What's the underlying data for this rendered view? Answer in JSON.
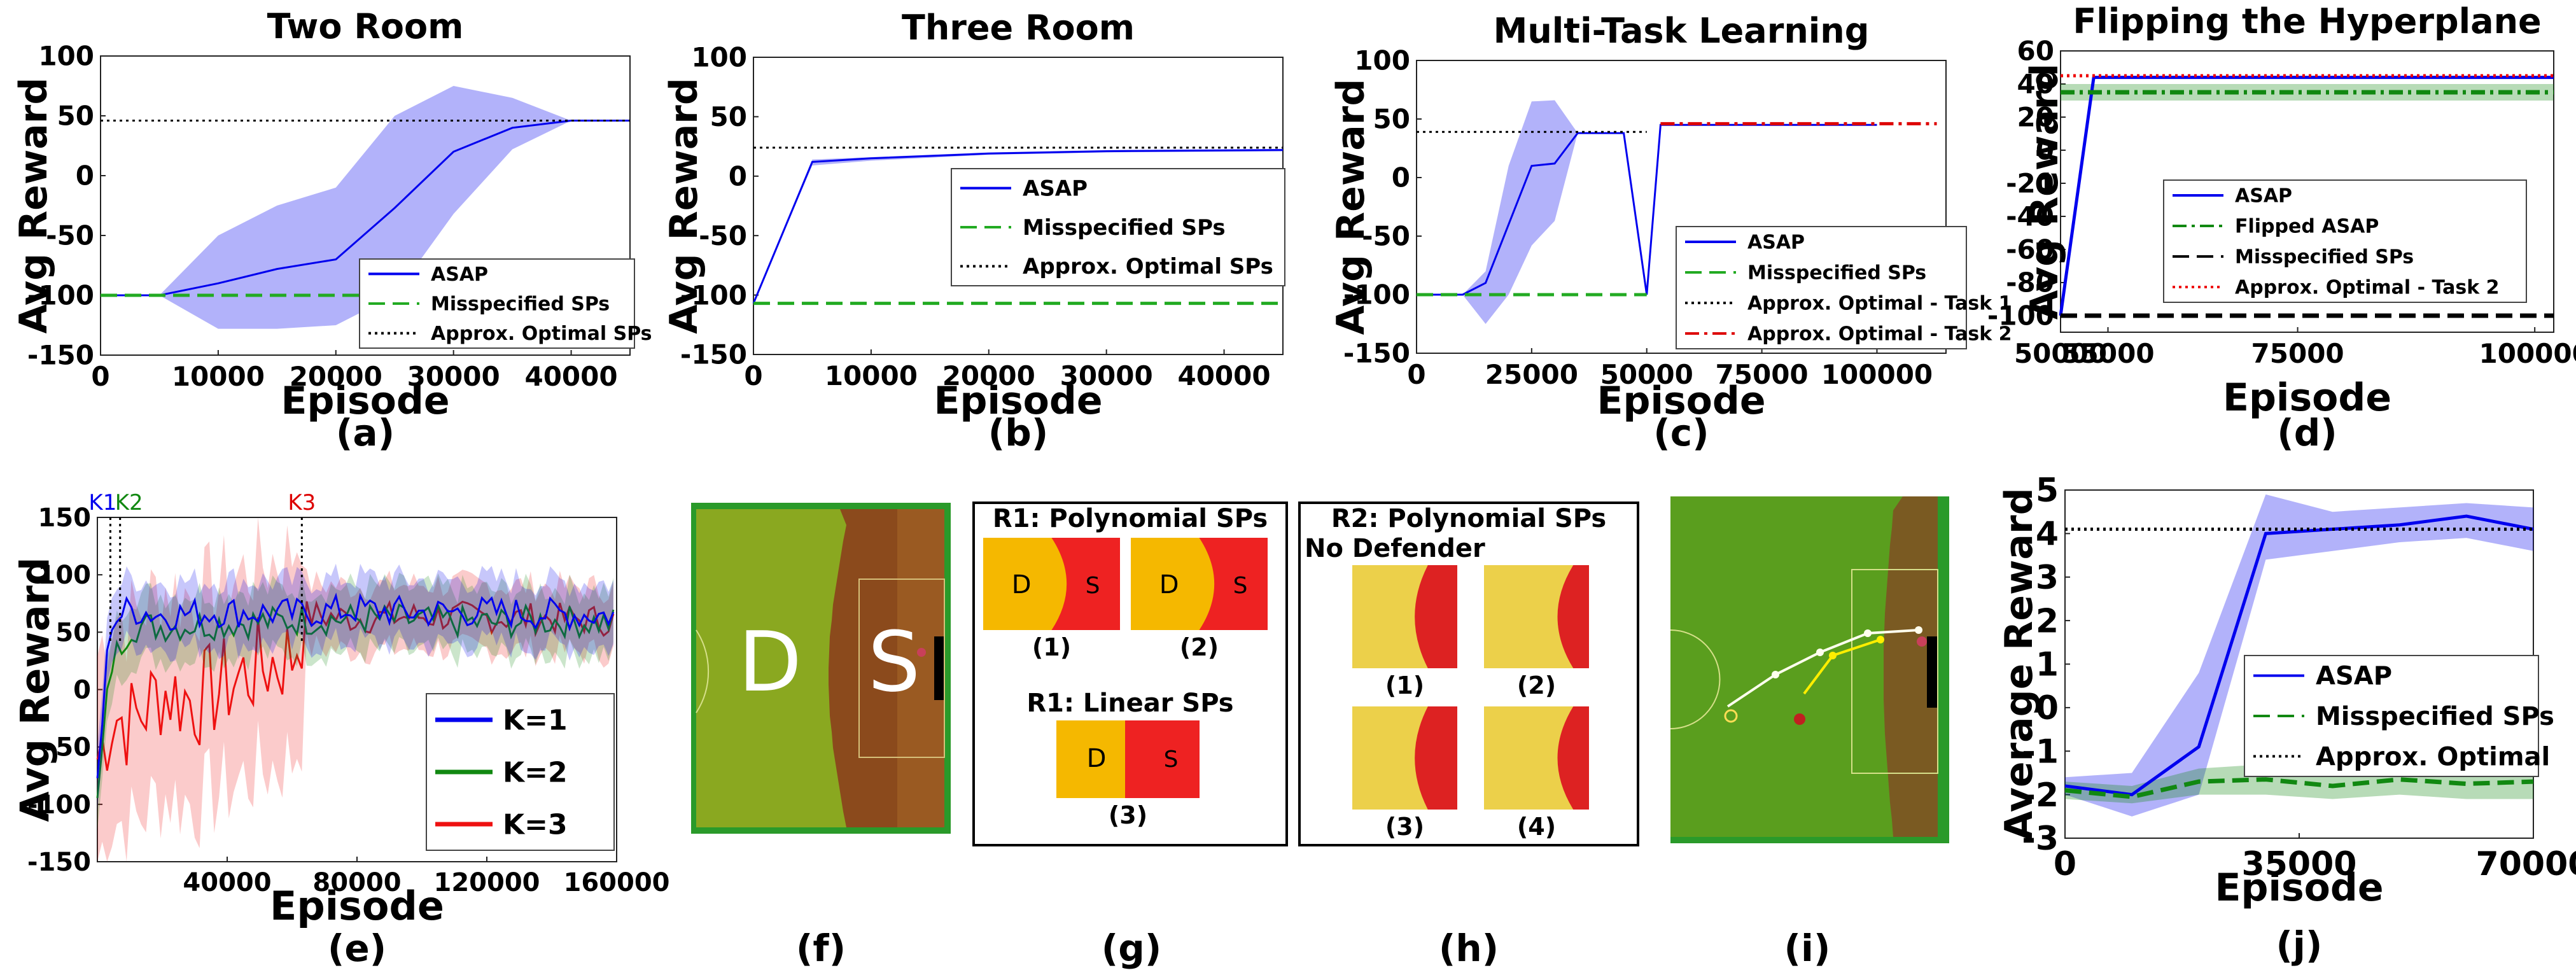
{
  "panels": {
    "a": {
      "title": "Two Room",
      "xlabel": "Episode",
      "ylabel": "Avg Reward",
      "caption": "(a)"
    },
    "b": {
      "title": "Three Room",
      "xlabel": "Episode",
      "ylabel": "Avg Reward",
      "caption": "(b)"
    },
    "c": {
      "title": "Multi-Task Learning",
      "xlabel": "Episode",
      "ylabel": "Avg Reward",
      "caption": "(c)"
    },
    "d": {
      "title": "Flipping the Hyperplane",
      "xlabel": "Episode",
      "ylabel": "Avg Reward",
      "caption": "(d)"
    },
    "e": {
      "xlabel": "Episode",
      "ylabel": "Avg Reward",
      "caption": "(e)",
      "markers": [
        "K1",
        "K2",
        "K3"
      ]
    },
    "f": {
      "caption": "(f)",
      "region_labels": [
        "D",
        "S"
      ]
    },
    "g": {
      "caption": "(g)",
      "heading1": "R1: Polynomial SPs",
      "heading2": "R1: Linear SPs",
      "sub": [
        "(1)",
        "(2)",
        "(3)"
      ],
      "region_labels": [
        "D",
        "S"
      ]
    },
    "h": {
      "caption": "(h)",
      "heading1": "R2: Polynomial SPs",
      "heading2": "No Defender",
      "sub": [
        "(1)",
        "(2)",
        "(3)",
        "(4)"
      ]
    },
    "i": {
      "caption": "(i)"
    },
    "j": {
      "xlabel": "Episode",
      "ylabel": "Average Reward",
      "caption": "(j)"
    }
  },
  "chart_data": [
    {
      "id": "a",
      "type": "line",
      "title": "Two Room",
      "xlabel": "Episode",
      "ylabel": "Avg Reward",
      "xlim": [
        0,
        45000
      ],
      "ylim": [
        -150,
        100
      ],
      "xticks": [
        0,
        10000,
        20000,
        30000,
        40000
      ],
      "yticks": [
        -150,
        -100,
        -50,
        0,
        50,
        100
      ],
      "series": [
        {
          "name": "ASAP",
          "color": "#0000ee",
          "style": "solid",
          "x": [
            0,
            5000,
            10000,
            15000,
            20000,
            25000,
            30000,
            35000,
            40000,
            45000
          ],
          "y": [
            -100,
            -100,
            -90,
            -78,
            -70,
            -27,
            20,
            40,
            46,
            46
          ],
          "band_low": [
            -100,
            -100,
            -128,
            -128,
            -125,
            -100,
            -32,
            22,
            46,
            46
          ],
          "band_high": [
            -100,
            -100,
            -50,
            -25,
            -10,
            50,
            75,
            65,
            46,
            46
          ]
        },
        {
          "name": "Misspecified SPs",
          "color": "#22aa22",
          "style": "dashed",
          "x": [
            0,
            45000
          ],
          "y": [
            -100,
            -100
          ]
        },
        {
          "name": "Approx. Optimal SPs",
          "color": "#000000",
          "style": "dotted",
          "x": [
            0,
            45000
          ],
          "y": [
            46,
            46
          ]
        }
      ]
    },
    {
      "id": "b",
      "type": "line",
      "title": "Three Room",
      "xlabel": "Episode",
      "ylabel": "Avg Reward",
      "xlim": [
        0,
        45000
      ],
      "ylim": [
        -150,
        100
      ],
      "xticks": [
        0,
        10000,
        20000,
        30000,
        40000
      ],
      "yticks": [
        -150,
        -100,
        -50,
        0,
        50,
        100
      ],
      "series": [
        {
          "name": "ASAP",
          "color": "#0000ee",
          "style": "solid",
          "x": [
            0,
            5000,
            10000,
            20000,
            30000,
            45000
          ],
          "y": [
            -107,
            12,
            15,
            19,
            21,
            22
          ],
          "band_low": [
            -107,
            9,
            13,
            18,
            20,
            21
          ],
          "band_high": [
            -107,
            14,
            16,
            20,
            22,
            23
          ]
        },
        {
          "name": "Misspecified SPs",
          "color": "#22aa22",
          "style": "dashed",
          "x": [
            0,
            45000
          ],
          "y": [
            -107,
            -107
          ]
        },
        {
          "name": "Approx. Optimal SPs",
          "color": "#000000",
          "style": "dotted",
          "x": [
            0,
            45000
          ],
          "y": [
            24,
            24
          ]
        }
      ]
    },
    {
      "id": "c",
      "type": "line",
      "title": "Multi-Task Learning",
      "xlabel": "Episode",
      "ylabel": "Avg Reward",
      "xlim": [
        0,
        115000
      ],
      "ylim": [
        -150,
        100
      ],
      "xticks": [
        0,
        25000,
        50000,
        75000,
        100000
      ],
      "yticks": [
        -150,
        -100,
        -50,
        0,
        50,
        100
      ],
      "series": [
        {
          "name": "ASAP",
          "color": "#0000ee",
          "style": "solid",
          "x": [
            0,
            10000,
            15000,
            20000,
            25000,
            30000,
            35000,
            40000,
            45000,
            50000,
            53000,
            100000
          ],
          "y": [
            -100,
            -100,
            -90,
            -40,
            10,
            12,
            38,
            38,
            38,
            -100,
            45,
            45
          ],
          "band_low": [
            -100,
            -100,
            -125,
            -100,
            -58,
            -37,
            38,
            38,
            38,
            -100,
            45,
            45
          ],
          "band_high": [
            -100,
            -100,
            -80,
            10,
            65,
            66,
            38,
            38,
            38,
            -100,
            45,
            45
          ]
        },
        {
          "name": "Misspecified SPs",
          "color": "#22aa22",
          "style": "dashed",
          "x": [
            0,
            50000
          ],
          "y": [
            -100,
            -100
          ]
        },
        {
          "name": "Approx. Optimal - Task 1",
          "color": "#000000",
          "style": "dotted",
          "x": [
            0,
            50000
          ],
          "y": [
            39,
            39
          ]
        },
        {
          "name": "Approx. Optimal - Task 2",
          "color": "#dd0000",
          "style": "dashdot",
          "x": [
            53000,
            113000
          ],
          "y": [
            46,
            46
          ]
        }
      ]
    },
    {
      "id": "d",
      "type": "line",
      "title": "Flipping the Hyperplane",
      "xlabel": "Episode",
      "ylabel": "Avg Reward",
      "xlim": [
        50000,
        102000
      ],
      "ylim": [
        -110,
        60
      ],
      "xticks": [
        50000,
        55000,
        75000,
        100000
      ],
      "yticks": [
        -100,
        -80,
        -60,
        -40,
        -20,
        0,
        20,
        40,
        60
      ],
      "series": [
        {
          "name": "ASAP",
          "color": "#0000ee",
          "style": "solid",
          "x": [
            50000,
            53500,
            102000
          ],
          "y": [
            -100,
            44,
            44
          ]
        },
        {
          "name": "Flipped ASAP",
          "color": "#118811",
          "style": "dashdot",
          "x": [
            50000,
            102000
          ],
          "y": [
            35,
            35
          ],
          "band_low": [
            30,
            30
          ],
          "band_high": [
            40,
            40
          ]
        },
        {
          "name": "Misspecified SPs",
          "color": "#000000",
          "style": "dashed",
          "x": [
            50000,
            102000
          ],
          "y": [
            -100,
            -100
          ]
        },
        {
          "name": "Approx. Optimal - Task 2",
          "color": "#ee0000",
          "style": "dotted",
          "x": [
            50000,
            102000
          ],
          "y": [
            45,
            45
          ]
        }
      ]
    },
    {
      "id": "e",
      "type": "line",
      "xlabel": "Episode",
      "ylabel": "Avg Reward",
      "xlim": [
        0,
        160000
      ],
      "ylim": [
        -150,
        150
      ],
      "xticks": [
        40000,
        80000,
        120000,
        160000
      ],
      "yticks": [
        -150,
        -100,
        -50,
        0,
        50,
        100,
        150
      ],
      "vlines": [
        {
          "label": "K1",
          "x": 4000,
          "color": "#0000ee"
        },
        {
          "label": "K2",
          "x": 7000,
          "color": "#118811"
        },
        {
          "label": "K3",
          "x": 63000,
          "color": "#dd0000"
        }
      ],
      "series": [
        {
          "name": "K=1",
          "color": "#0000ee",
          "x": [
            0,
            4000,
            10000,
            20000,
            40000,
            60000,
            80000,
            100000,
            120000,
            140000,
            160000
          ],
          "y": [
            -80,
            60,
            70,
            65,
            68,
            66,
            70,
            67,
            68,
            66,
            65
          ]
        },
        {
          "name": "K=2",
          "color": "#118811",
          "x": [
            0,
            4000,
            10000,
            20000,
            40000,
            60000,
            80000,
            100000,
            120000,
            140000,
            160000
          ],
          "y": [
            -100,
            20,
            55,
            55,
            58,
            60,
            62,
            60,
            58,
            60,
            58
          ]
        },
        {
          "name": "K=3",
          "color": "#ee1111",
          "x": [
            0,
            5000,
            10000,
            20000,
            30000,
            40000,
            50000,
            60000,
            64000,
            80000,
            100000,
            120000,
            140000,
            160000
          ],
          "y": [
            -60,
            -20,
            -30,
            0,
            -10,
            5,
            20,
            30,
            65,
            62,
            64,
            63,
            62,
            60
          ]
        }
      ]
    },
    {
      "id": "j",
      "type": "line",
      "xlabel": "Episode",
      "ylabel": "Average Reward",
      "xlim": [
        0,
        70000
      ],
      "ylim": [
        -3,
        5
      ],
      "xticks": [
        0,
        35000,
        70000
      ],
      "yticks": [
        -3,
        -2,
        -1,
        0,
        1,
        2,
        3,
        4,
        5
      ],
      "series": [
        {
          "name": "ASAP",
          "color": "#0000ee",
          "style": "solid",
          "x": [
            0,
            10000,
            20000,
            30000,
            40000,
            50000,
            60000,
            70000
          ],
          "y": [
            -1.8,
            -2.0,
            -0.9,
            4.0,
            4.1,
            4.2,
            4.4,
            4.1
          ],
          "band_low": [
            -2.0,
            -2.5,
            -2.0,
            3.4,
            3.6,
            3.8,
            3.9,
            3.6
          ],
          "band_high": [
            -1.6,
            -1.5,
            0.8,
            4.9,
            4.5,
            4.6,
            4.7,
            4.6
          ]
        },
        {
          "name": "Misspecified SPs",
          "color": "#118811",
          "style": "dashed",
          "x": [
            0,
            10000,
            20000,
            30000,
            40000,
            50000,
            60000,
            70000
          ],
          "y": [
            -1.9,
            -2.05,
            -1.7,
            -1.65,
            -1.8,
            -1.65,
            -1.75,
            -1.7
          ],
          "band_low": [
            -2.1,
            -2.2,
            -2.0,
            -2.0,
            -2.1,
            -2.0,
            -2.1,
            -2.1
          ],
          "band_high": [
            -1.7,
            -1.8,
            -1.4,
            -1.3,
            -1.5,
            -1.3,
            -1.4,
            -1.3
          ]
        },
        {
          "name": "Approx. Optimal",
          "color": "#000000",
          "style": "dotted",
          "x": [
            0,
            70000
          ],
          "y": [
            4.1,
            4.1
          ]
        }
      ]
    }
  ]
}
